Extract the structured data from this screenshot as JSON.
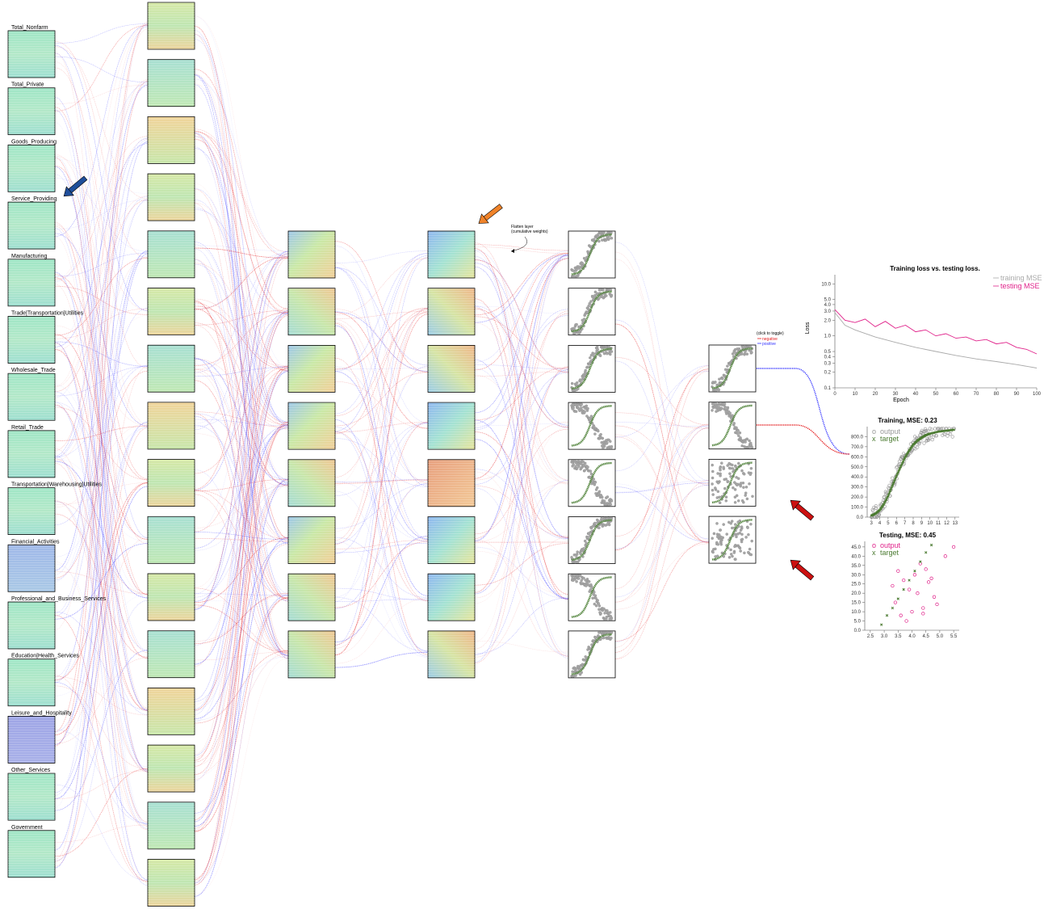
{
  "input_labels": [
    "Total_Nonfarm",
    "Total_Private",
    "Goods_Producing",
    "Service_Providing",
    "Manufacturing",
    "Trade|Transportation|Utilities",
    "Wholesale_Trade",
    "Retail_Trade",
    "Transportation|Warehousing|Utilities",
    "Financial_Activities",
    "Professional_and_Business_Services",
    "Education|Health_Services",
    "Leisure_and_Hospitality",
    "Other_Services",
    "Government"
  ],
  "flatten_note": {
    "line1": "Flatten layer",
    "line2": "(cumulative weights)"
  },
  "toggle_legend": {
    "hint": "(click to toggle)",
    "negative": "negative",
    "positive": "positive",
    "negative_color": "#e41a1c",
    "positive_color": "#3333ff"
  },
  "arrow_colors": {
    "blue": "#1f4e9a",
    "orange": "#f0832a",
    "red": "#cc1111"
  },
  "chart_data": [
    {
      "type": "line",
      "title": "Training loss vs. testing loss.",
      "xlabel": "Epoch",
      "ylabel": "Loss",
      "yscale": "log",
      "ylim": [
        0.1,
        15
      ],
      "xlim": [
        0,
        100
      ],
      "x_ticks": [
        "0",
        "10",
        "20",
        "30",
        "40",
        "50",
        "60",
        "70",
        "80",
        "90",
        "100"
      ],
      "y_ticks": [
        "10.0",
        "5.0",
        "4.0",
        "3.0",
        "2.0",
        "1.0",
        "0.5",
        "0.4",
        "0.3",
        "0.2",
        "0.1"
      ],
      "legend_position": "top-right",
      "series": [
        {
          "name": "training MSE",
          "color": "#aaaaaa",
          "x": [
            0,
            5,
            10,
            20,
            30,
            40,
            50,
            60,
            70,
            80,
            90,
            100
          ],
          "values": [
            2.8,
            1.6,
            1.3,
            0.95,
            0.75,
            0.6,
            0.5,
            0.42,
            0.36,
            0.32,
            0.28,
            0.24
          ]
        },
        {
          "name": "testing MSE",
          "color": "#e0228a",
          "x": [
            0,
            5,
            10,
            15,
            20,
            25,
            30,
            35,
            40,
            45,
            50,
            55,
            60,
            65,
            70,
            75,
            80,
            85,
            90,
            95,
            100
          ],
          "values": [
            3.2,
            2.0,
            1.8,
            2.1,
            1.5,
            1.9,
            1.4,
            1.6,
            1.2,
            1.3,
            1.0,
            1.1,
            0.9,
            0.95,
            0.8,
            0.85,
            0.7,
            0.75,
            0.6,
            0.55,
            0.45
          ]
        }
      ]
    },
    {
      "type": "scatter",
      "title": "Training, MSE: 0.23",
      "xlim": [
        2.5,
        13.5
      ],
      "ylim": [
        0,
        900
      ],
      "x_ticks": [
        "3",
        "4",
        "5",
        "6",
        "7",
        "8",
        "9",
        "10",
        "11",
        "12",
        "13"
      ],
      "y_ticks": [
        "0.0",
        "100.0",
        "200.0",
        "300.0",
        "400.0",
        "500.0",
        "600.0",
        "700.0",
        "800.0"
      ],
      "legend_position": "top-left",
      "series": [
        {
          "name": "output",
          "marker": "o",
          "color": "#999999",
          "x": [
            3,
            3.5,
            4,
            4.5,
            5,
            5.5,
            6,
            6.5,
            7,
            7.5,
            8,
            8.5,
            9,
            9.5,
            10,
            11,
            12,
            13
          ],
          "values": [
            20,
            40,
            80,
            150,
            230,
            330,
            430,
            520,
            600,
            660,
            720,
            760,
            790,
            810,
            830,
            850,
            860,
            870
          ]
        },
        {
          "name": "target",
          "marker": "x",
          "color": "#4a7a30",
          "x": [
            3,
            3.5,
            4,
            4.5,
            5,
            5.5,
            6,
            6.5,
            7,
            7.5,
            8,
            8.5,
            9,
            9.5,
            10,
            11,
            12,
            13
          ],
          "values": [
            15,
            35,
            70,
            130,
            210,
            310,
            410,
            500,
            590,
            660,
            720,
            760,
            790,
            815,
            830,
            850,
            860,
            870
          ]
        }
      ]
    },
    {
      "type": "scatter",
      "title": "Testing, MSE: 0.45",
      "xlim": [
        2.3,
        5.7
      ],
      "ylim": [
        0,
        48
      ],
      "x_ticks": [
        "2.5",
        "3.0",
        "3.5",
        "4.0",
        "4.5",
        "5.0",
        "5.5"
      ],
      "y_ticks": [
        "0.0",
        "5.0",
        "10.0",
        "15.0",
        "20.0",
        "25.0",
        "30.0",
        "35.0",
        "40.0",
        "45.0"
      ],
      "legend_position": "top-left",
      "series": [
        {
          "name": "output",
          "marker": "o",
          "color": "#e0228a",
          "x": [
            3.4,
            3.6,
            3.9,
            4.1,
            4.4,
            4.6,
            4.8,
            3.5,
            4.0,
            4.3,
            4.7,
            5.2,
            3.8,
            4.2,
            4.5,
            3.3,
            4.9,
            5.5,
            3.7,
            4.4
          ],
          "values": [
            15,
            8,
            22,
            30,
            12,
            26,
            18,
            32,
            10,
            36,
            28,
            40,
            5,
            20,
            33,
            24,
            14,
            45,
            27,
            9
          ]
        },
        {
          "name": "target",
          "marker": "x",
          "color": "#4a7a30",
          "x": [
            2.9,
            3.1,
            3.3,
            3.5,
            3.7,
            3.9,
            4.1,
            4.3,
            4.5,
            4.7
          ],
          "values": [
            3,
            8,
            12,
            17,
            22,
            27,
            32,
            37,
            42,
            46
          ]
        }
      ]
    }
  ]
}
